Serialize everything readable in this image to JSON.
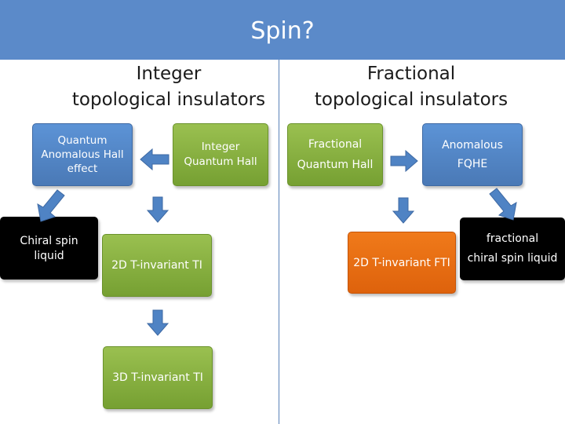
{
  "title": "Spin?",
  "left_column": {
    "heading": "Integer\ntopological insulators",
    "boxes": {
      "qahe": "Quantum\nAnomalous Hall\neffect",
      "iqh": "Integer\nQuantum Hall",
      "chiral": "Chiral spin\nliquid",
      "ti2d": "2D T-invariant TI",
      "ti3d": "3D T-invariant TI"
    }
  },
  "right_column": {
    "heading": "Fractional\ntopological insulators",
    "boxes": {
      "fqh": "Fractional\nQuantum Hall",
      "afqhe": "Anomalous\nFQHE",
      "fti2d": "2D T-invariant FTI",
      "fcsl": "fractional\nchiral spin liquid"
    }
  },
  "colors": {
    "header": "#5b8ac9",
    "blue_box": "#4f83c4",
    "green_box": "#86ad3f",
    "orange_box": "#e86d12",
    "black_box": "#000000",
    "arrow": "#4f83c4"
  },
  "icons": [
    "arrow-left-icon",
    "arrow-right-icon",
    "arrow-down-icon",
    "arrow-diagonal-icon"
  ]
}
